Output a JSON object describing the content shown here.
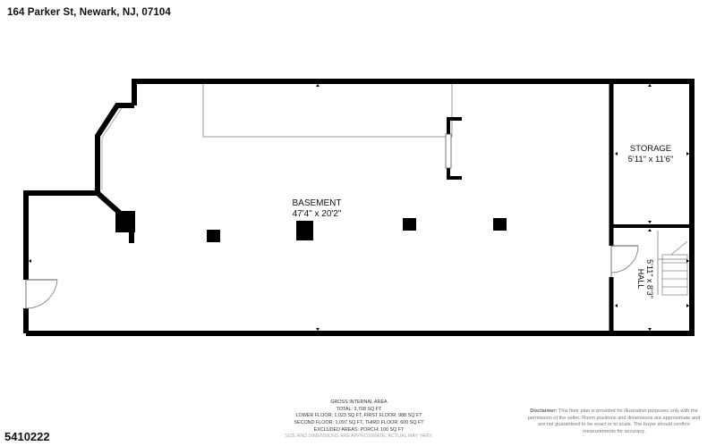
{
  "header": {
    "address": "164 Parker St, Newark, NJ, 07104"
  },
  "listing_id": "5410222",
  "rooms": {
    "basement": {
      "name": "BASEMENT",
      "dims": "47'4\" x 20'2\""
    },
    "storage": {
      "name": "STORAGE",
      "dims": "5'11\" x 11'6\""
    },
    "hall": {
      "name": "HALL",
      "dims": "5'11\" x 8'3\""
    }
  },
  "gross_area": {
    "title": "GROSS INTERNAL AREA",
    "total": "TOTAL: 3,708 sq ft",
    "line1": "LOWER FLOOR: 1,023 sq ft, FIRST FLOOR: 988 sq ft",
    "line2": "SECOND FLOOR: 1,097 sq ft, THIRD FLOOR: 600 sq ft",
    "excluded": "EXCLUDED AREAS: PORCH: 100 sq ft",
    "note": "SIZE AND DIMENSIONS ARE APPROXIMATE, ACTUAL MAY VARY."
  },
  "disclaimer": {
    "label": "Disclaimer:",
    "text": "This floor plan is provided for illustration purposes only with the permission of the seller. Room positions and dimensions are approximate and are not guaranteed to be exact or to scale. The buyer should confirm measurements for accuracy."
  },
  "colors": {
    "wall": "#000000",
    "thin_line": "#9a9a9a",
    "text": "#111111"
  }
}
